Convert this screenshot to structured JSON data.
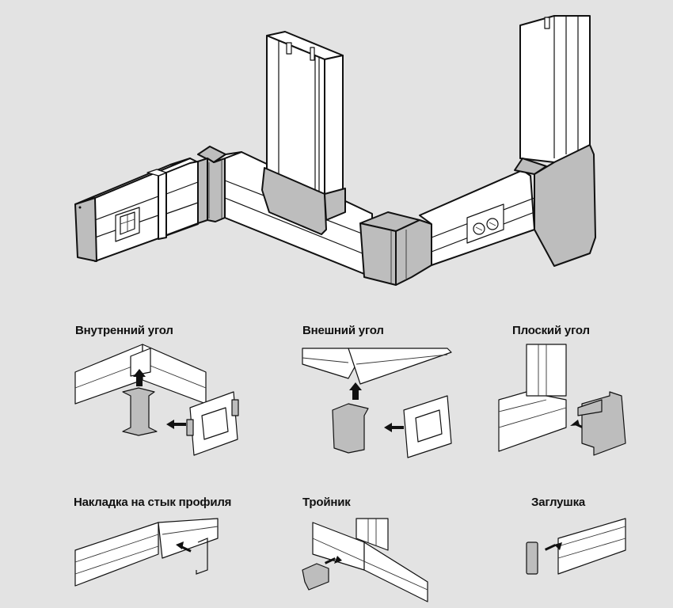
{
  "diagram": {
    "title": "Cable channel (trunking) accessories",
    "main_illustration": "assembled-cable-channel-system",
    "colors": {
      "background": "#e3e3e3",
      "profile_white": "#ffffff",
      "accessory_gray": "#bdbdbd",
      "outline": "#111111"
    },
    "accessories": [
      {
        "id": "inner-corner",
        "label": "Внутренний угол"
      },
      {
        "id": "outer-corner",
        "label": "Внешний угол"
      },
      {
        "id": "flat-corner",
        "label": "Плоский угол"
      },
      {
        "id": "joint-cover",
        "label": "Накладка на стык профиля"
      },
      {
        "id": "tee",
        "label": "Тройник"
      },
      {
        "id": "end-cap",
        "label": "Заглушка"
      }
    ]
  }
}
